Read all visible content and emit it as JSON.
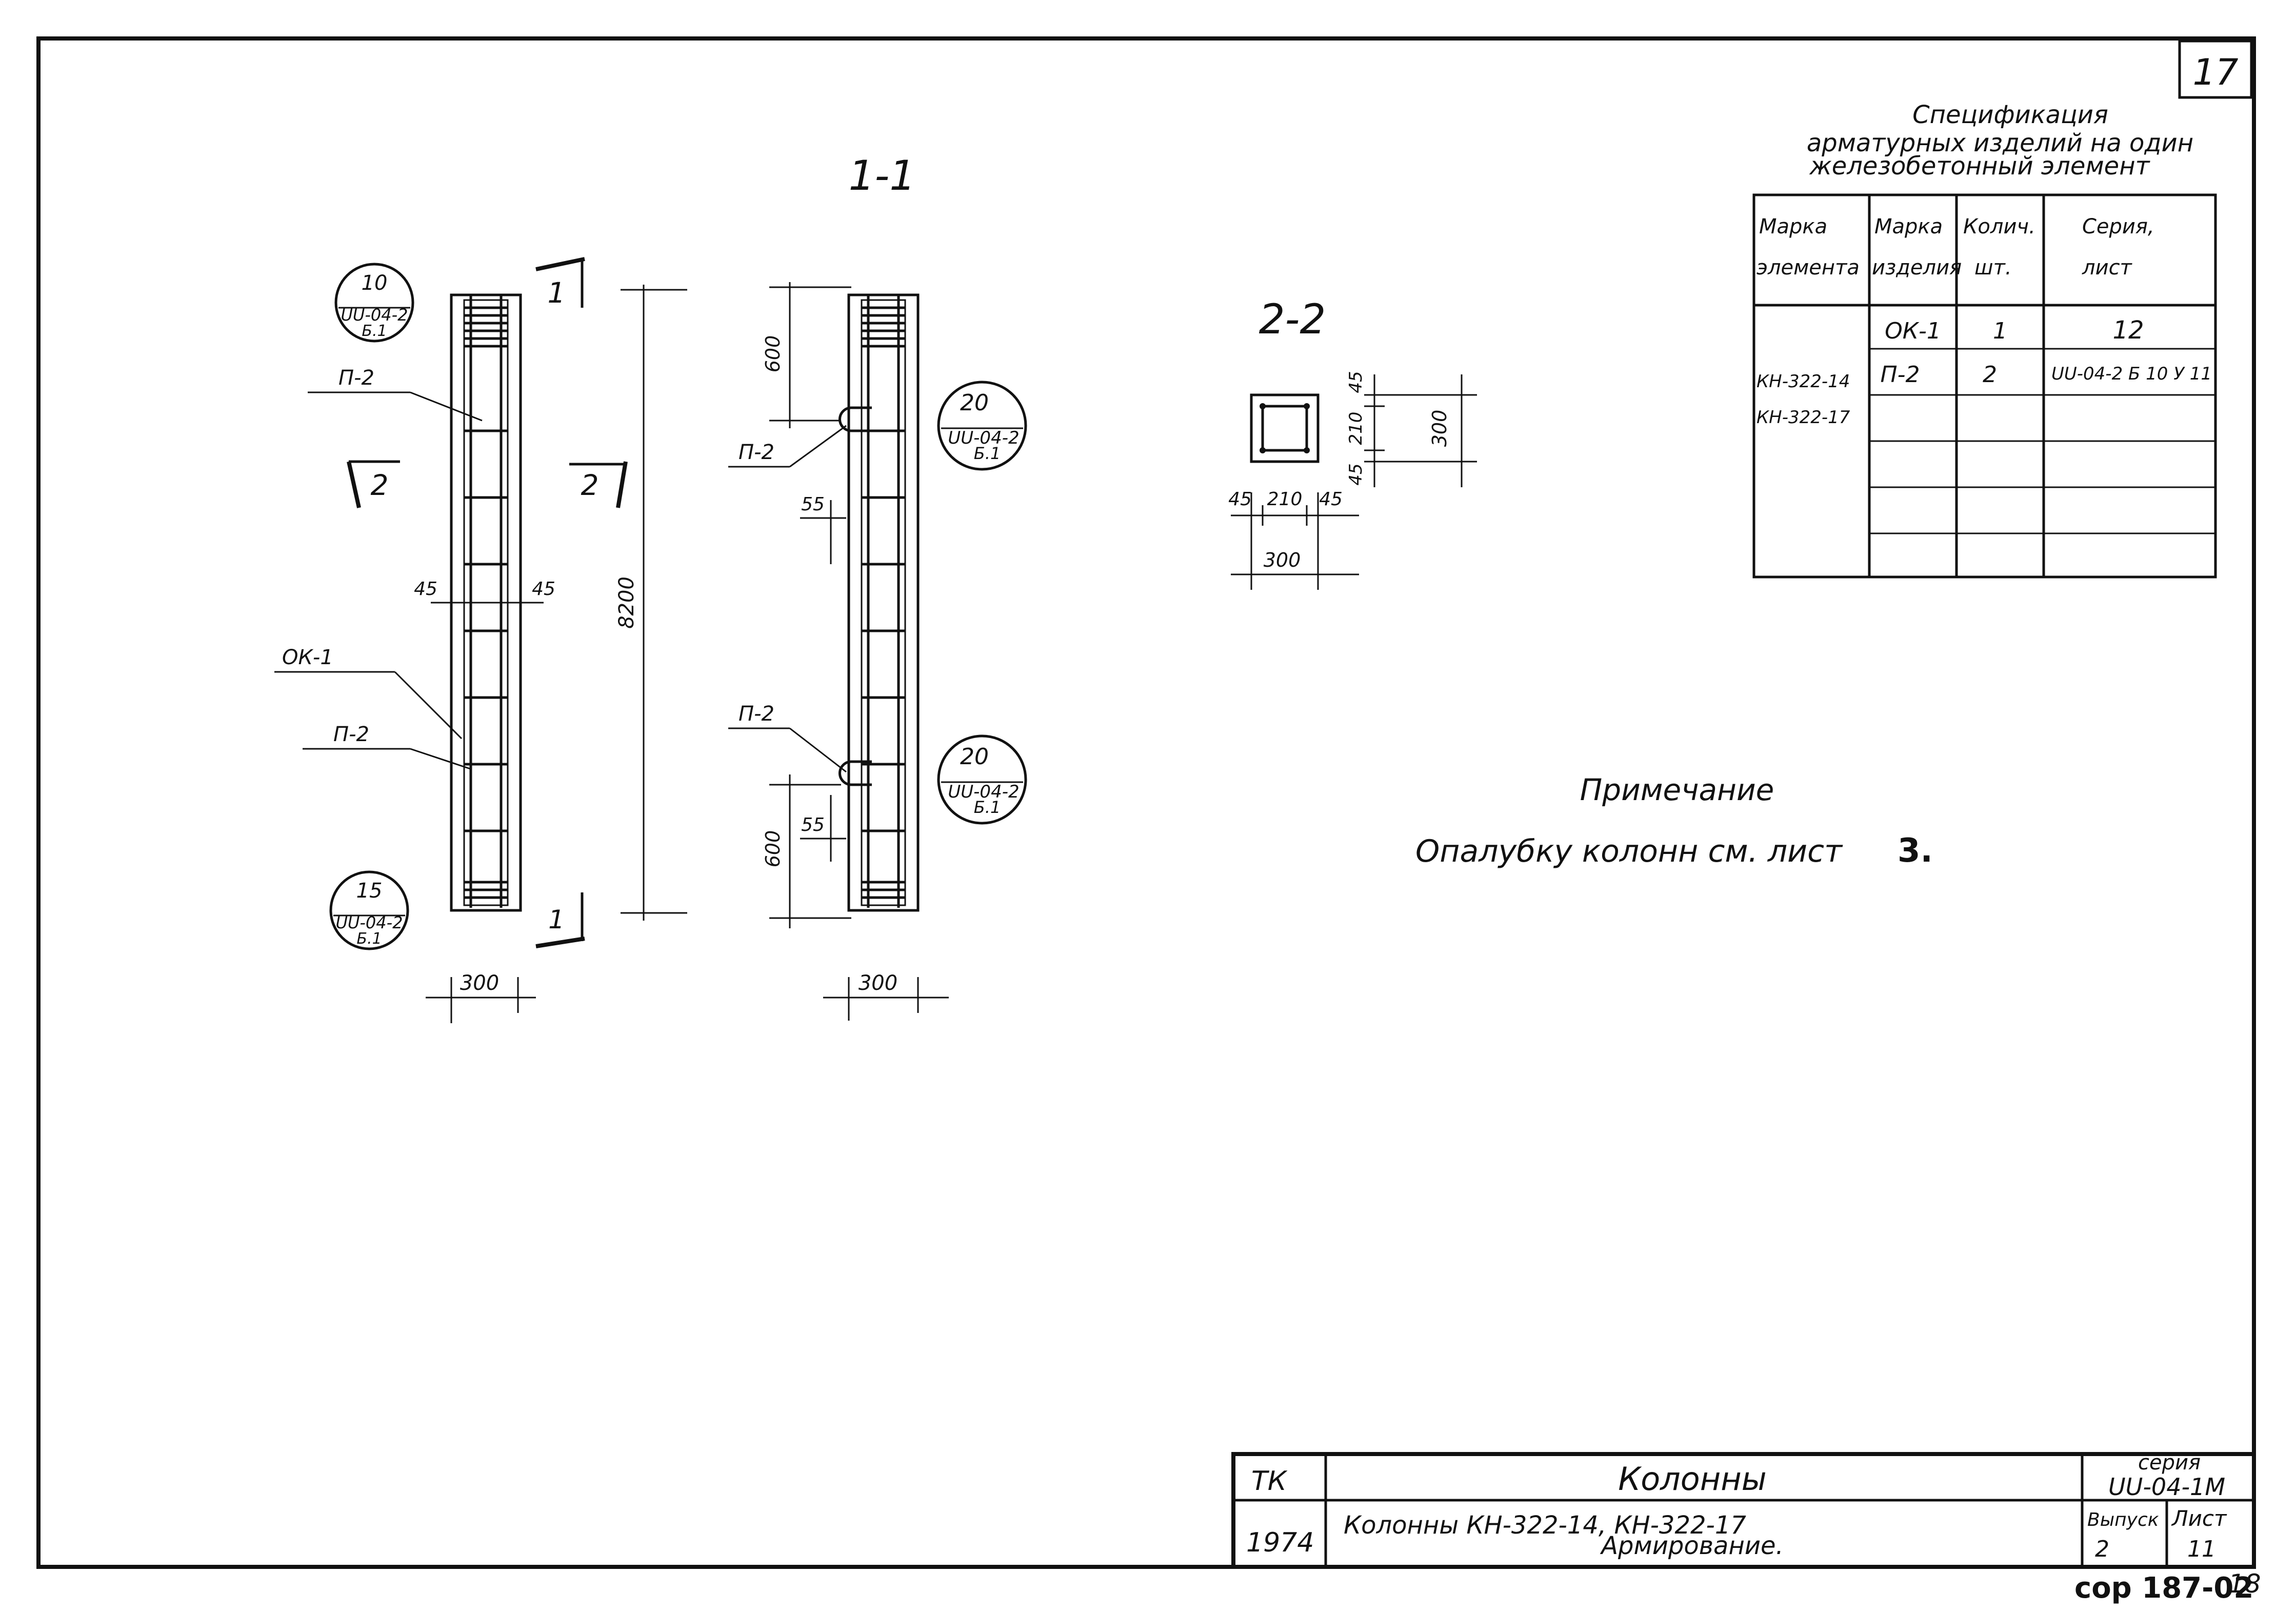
{
  "sheet_number": "17",
  "section_1_title": "1-1",
  "section_2_title": "2-2",
  "cut_marks": {
    "one": "1",
    "two": "2"
  },
  "left_column": {
    "callout_top": {
      "number": "10",
      "series": "UU-04-2",
      "sheet": "Б.1"
    },
    "callout_bottom": {
      "number": "15",
      "series": "UU-04-2",
      "sheet": "Б.1"
    },
    "label_p2_top": "П-2",
    "label_ok1": "ОК-1",
    "label_p2_bottom": "П-2",
    "dim_cover_left": "45",
    "dim_cover_right": "45",
    "dim_height": "8200",
    "dim_width": "300"
  },
  "right_column": {
    "callout_top": {
      "number": "20",
      "series": "UU-04-2",
      "sheet": "Б.1"
    },
    "callout_bottom": {
      "number": "20",
      "series": "UU-04-2",
      "sheet": "Б.1"
    },
    "label_p2_top": "П-2",
    "label_p2_bottom": "П-2",
    "dim_top": "600",
    "dim_bottom": "600",
    "dim_offset_top": "55",
    "dim_offset_bottom": "55",
    "dim_width": "300"
  },
  "cross_section": {
    "dims_bottom": [
      "45",
      "210",
      "45"
    ],
    "dim_total_bottom": "300",
    "dims_right": [
      "45",
      "210",
      "45"
    ],
    "dim_total_right": "300"
  },
  "spec": {
    "title_lines": [
      "Спецификация",
      "арматурных изделий на один",
      "железобетонный элемент"
    ],
    "headers": [
      [
        "Марка",
        "элемента"
      ],
      [
        "Марка",
        "изделия"
      ],
      [
        "Колич.",
        "шт."
      ],
      [
        "Серия,",
        "лист"
      ]
    ],
    "element_marks": [
      "КН-322-14",
      "КН-322-17"
    ],
    "rows": [
      {
        "item": "ОК-1",
        "qty": "1",
        "series": "12"
      },
      {
        "item": "П-2",
        "qty": "2",
        "series": "UU-04-2 Б 10 У 11"
      }
    ]
  },
  "note": {
    "title": "Примечание",
    "text_main": "Опалубку колонн см. лист",
    "text_num": "3."
  },
  "title_block": {
    "org": "ТК",
    "year": "1974",
    "name": "Колонны",
    "description_line1": "Колонны КН-322-14, КН-322-17",
    "description_line2": "Армирование.",
    "series_label": "серия",
    "series_value": "UU-04-1M",
    "issue_label": "Выпуск",
    "issue_value": "2",
    "sheet_label": "Лист",
    "sheet_value": "11"
  },
  "archive_stamp": "cop 187-02",
  "archive_stamp_num": "18"
}
